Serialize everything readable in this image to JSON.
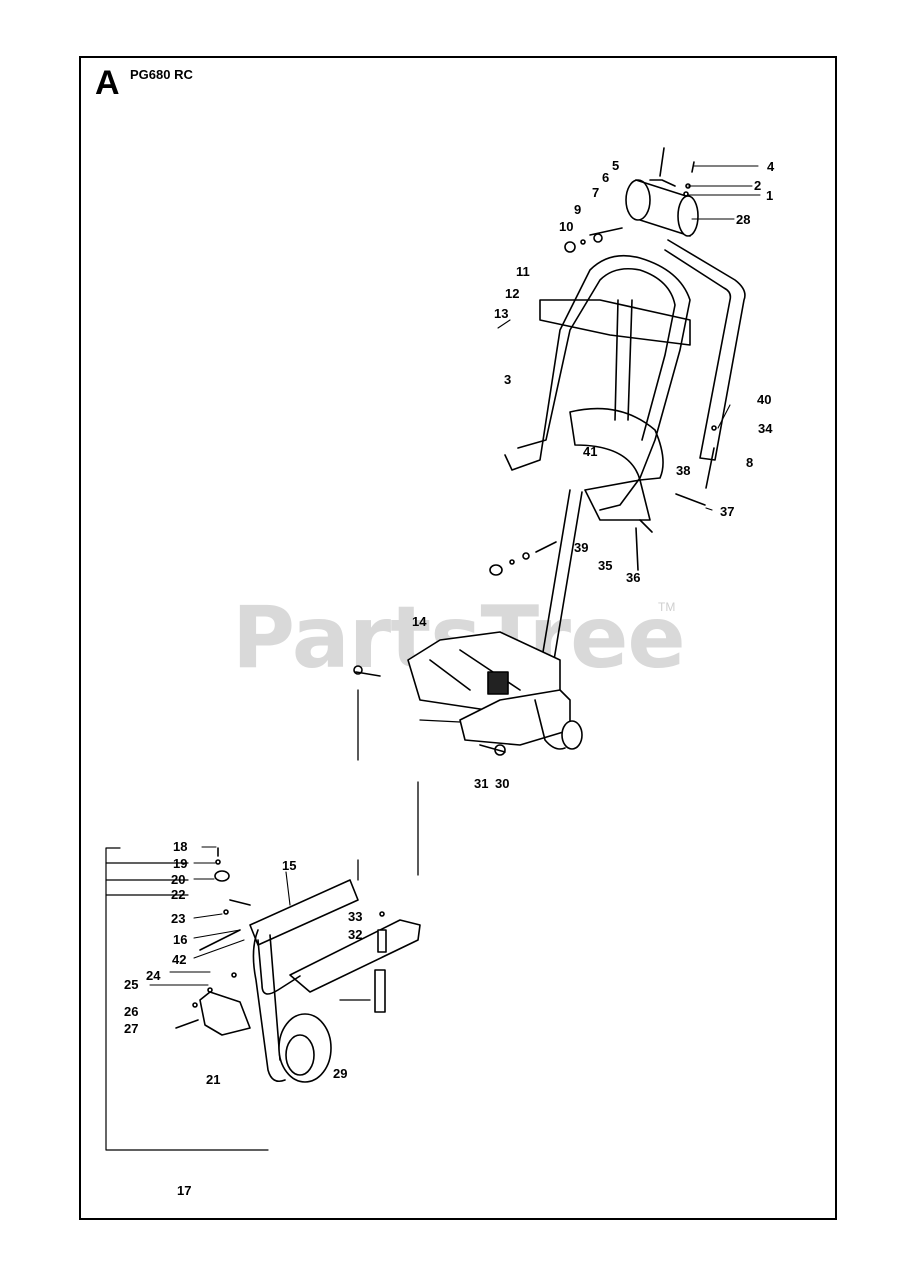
{
  "header": {
    "section": "A",
    "model": "PG680 RC"
  },
  "watermark": {
    "text": "PartsTree",
    "tm": "TM"
  },
  "callouts": [
    "1",
    "2",
    "3",
    "4",
    "5",
    "6",
    "7",
    "8",
    "9",
    "10",
    "11",
    "12",
    "13",
    "14",
    "15",
    "16",
    "17",
    "18",
    "19",
    "20",
    "21",
    "22",
    "23",
    "24",
    "25",
    "26",
    "27",
    "28",
    "29",
    "30",
    "31",
    "32",
    "33",
    "34",
    "35",
    "36",
    "37",
    "38",
    "39",
    "40",
    "41",
    "42"
  ]
}
